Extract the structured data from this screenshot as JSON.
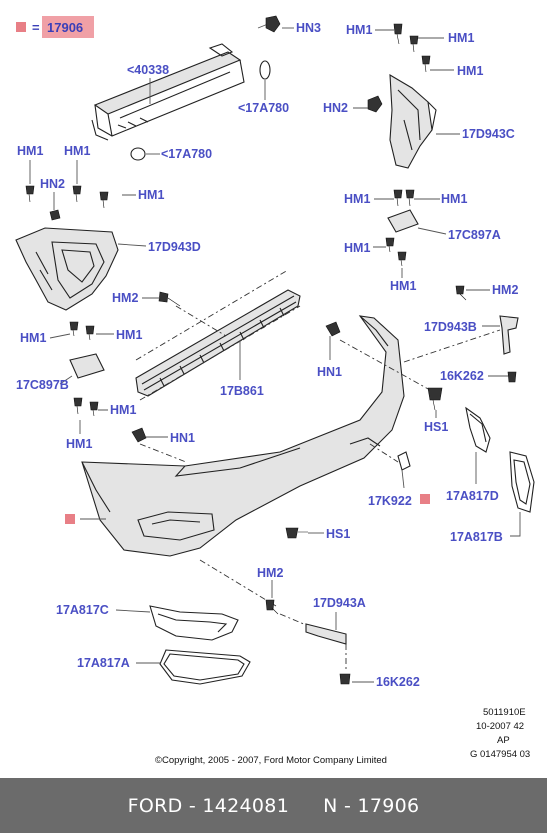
{
  "legend": {
    "separator": "=",
    "number": "17906"
  },
  "labels": {
    "hn3": "HN3",
    "l40338": "<40338",
    "l17a780a": "<17A780",
    "l17a780b": "<17A780",
    "hm1_r1": "HM1",
    "hm1_r2": "HM1",
    "hm1_r3": "HM1",
    "hn2_r": "HN2",
    "l17d943c": "17D943C",
    "hm1_r4": "HM1",
    "hm1_r5": "HM1",
    "l17c897a": "17C897A",
    "hm1_r6": "HM1",
    "hm1_r7": "HM1",
    "hm1_l1": "HM1",
    "hm1_l2": "HM1",
    "hn2_l": "HN2",
    "hm1_l3": "HM1",
    "l17d943d": "17D943D",
    "hm2_a": "HM2",
    "hm2_b": "HM2",
    "l17d943b": "17D943B",
    "hn1_a": "HN1",
    "l16k262a": "16K262",
    "hm1_l4": "HM1",
    "hm1_l5": "HM1",
    "l17c897b": "17C897B",
    "hm1_l6": "HM1",
    "hm1_l7": "HM1",
    "l17b861": "17B861",
    "hs1_a": "HS1",
    "hn1_b": "HN1",
    "l17k922": "17K922",
    "l17a817d": "17A817D",
    "hs1_b": "HS1",
    "l17a817b": "17A817B",
    "hm2_c": "HM2",
    "l17d943a": "17D943A",
    "l17a817c": "17A817C",
    "l17a817a": "17A817A",
    "l16k262b": "16K262"
  },
  "info": {
    "line1": "5011910E",
    "line2": "10-2007 42",
    "line3": "AP",
    "line4": "G 0147954 03"
  },
  "copyright": "©Copyright, 2005 - 2007, Ford Motor Company Limited",
  "footer": {
    "left": "FORD - 1424081",
    "right": "N - 17906"
  },
  "colors": {
    "label": "#4a4fc4",
    "marker": "#e87f86",
    "footer_bg": "#6b6b6b"
  }
}
